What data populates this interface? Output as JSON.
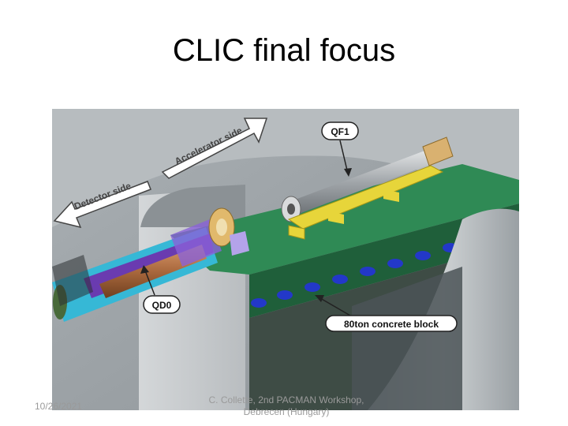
{
  "slide": {
    "title": "CLIC final focus"
  },
  "figure": {
    "arrows": {
      "accelerator": "Accelerator side",
      "detector": "Detector side"
    },
    "callouts": {
      "qf1": "QF1",
      "qd0": "QD0",
      "block": "80ton concrete block"
    }
  },
  "footer": {
    "date": "10/26/2021",
    "credit_line1": "C. Collette, 2nd PACMAN Workshop,",
    "credit_line2": "Debrecen (Hungary)"
  }
}
